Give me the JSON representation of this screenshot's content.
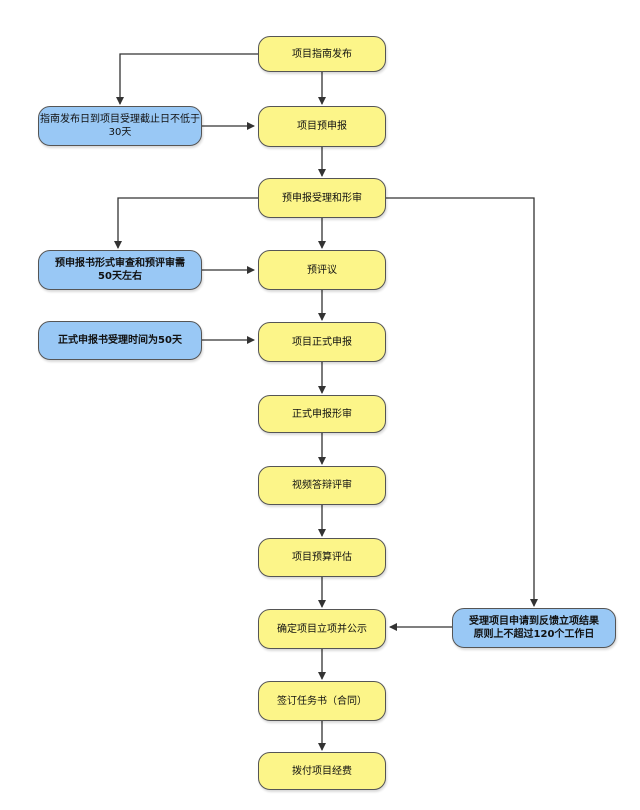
{
  "colors": {
    "process": "#fcf589",
    "note": "#99c8f5",
    "line": "#333333"
  },
  "flow": [
    "项目指南发布",
    "项目预申报",
    "预申报受理和形审",
    "预评议",
    "项目正式申报",
    "正式申报形审",
    "视频答辩评审",
    "项目预算评估",
    "确定项目立项并公示",
    "签订任务书（合同）",
    "拨付项目经费"
  ],
  "notes": {
    "guide_period": [
      "指南发布日到项目受理截止日不低于",
      "30天"
    ],
    "prereview_period": [
      "预申报书形式审查和预评审需",
      "50天左右"
    ],
    "formal_period": [
      "正式申报书受理时间为50天"
    ],
    "result_period": [
      "受理项目申请到反馈立项结果",
      "原则上不超过120个工作日"
    ]
  }
}
